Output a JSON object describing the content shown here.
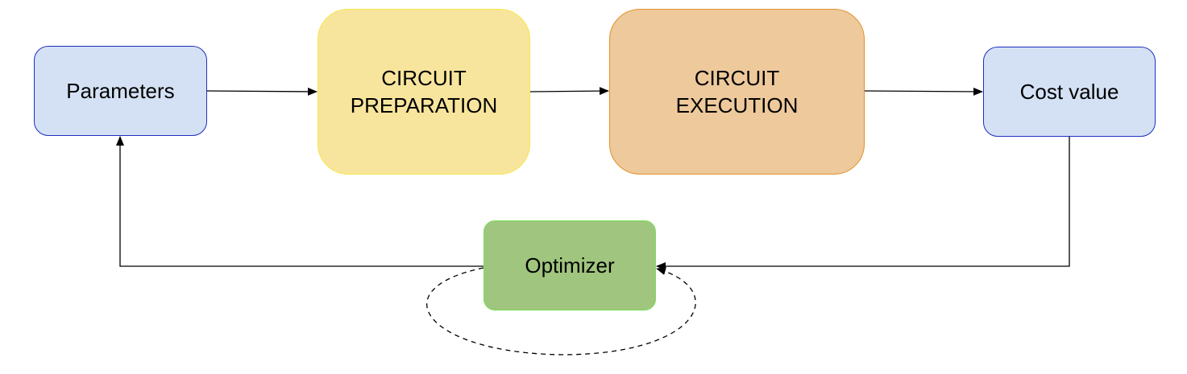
{
  "colors": {
    "params_fill": "#d4e1f4",
    "params_border": "#1f2fbf",
    "prep_fill": "#f8e59d",
    "prep_border": "#f5e64a",
    "exec_fill": "#edc99c",
    "exec_border": "#e3922a",
    "cost_fill": "#d4e1f4",
    "cost_border": "#1f2fbf",
    "opt_fill": "#a0c57e",
    "opt_border": "#78e05a",
    "line": "#000000"
  },
  "nodes": {
    "parameters": "Parameters",
    "circuit_preparation": "CIRCUIT\nPREPARATION",
    "circuit_execution": "CIRCUIT\nEXECUTION",
    "cost_value": "Cost value",
    "optimizer": "Optimizer"
  }
}
